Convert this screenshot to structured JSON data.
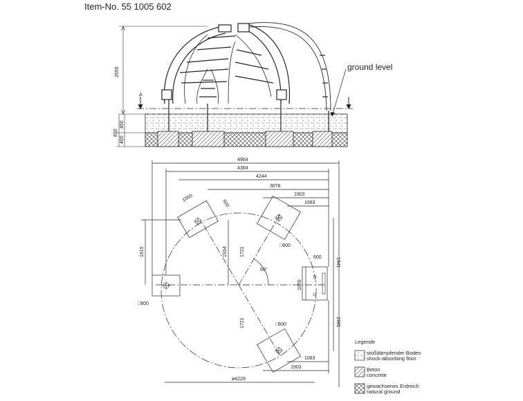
{
  "header": {
    "item_number": "Item-No. 55 1005 602"
  },
  "elevation": {
    "height_label": "2559",
    "ground_level_label": "ground level",
    "section_marker": "A",
    "depth_total": "850",
    "depth_upper": "450",
    "depth_lower": "400"
  },
  "plan": {
    "dims_top": [
      "4964",
      "4364",
      "4244",
      "3078",
      "1903",
      "1083"
    ],
    "dims_bottom": [
      "1083",
      "1903"
    ],
    "diameter": "ø4228",
    "left_height": "1915",
    "center_vertical": "1934",
    "radial_upper": "1721",
    "radial_lower": "1721",
    "right_upper": "1941",
    "right_lower": "1941",
    "angle": "60°",
    "foundation_sizes": [
      "1000",
      "600",
      "□600",
      "600",
      "1000",
      "□600",
      "□600"
    ]
  },
  "legend": {
    "title": "Legende",
    "items": [
      {
        "de": "stoßdämpfender Boden",
        "en": "shock-absorbing floor"
      },
      {
        "de": "Beton",
        "en": "concrete"
      },
      {
        "de": "gewachsenes Erdreich",
        "en": "natural ground"
      }
    ]
  }
}
